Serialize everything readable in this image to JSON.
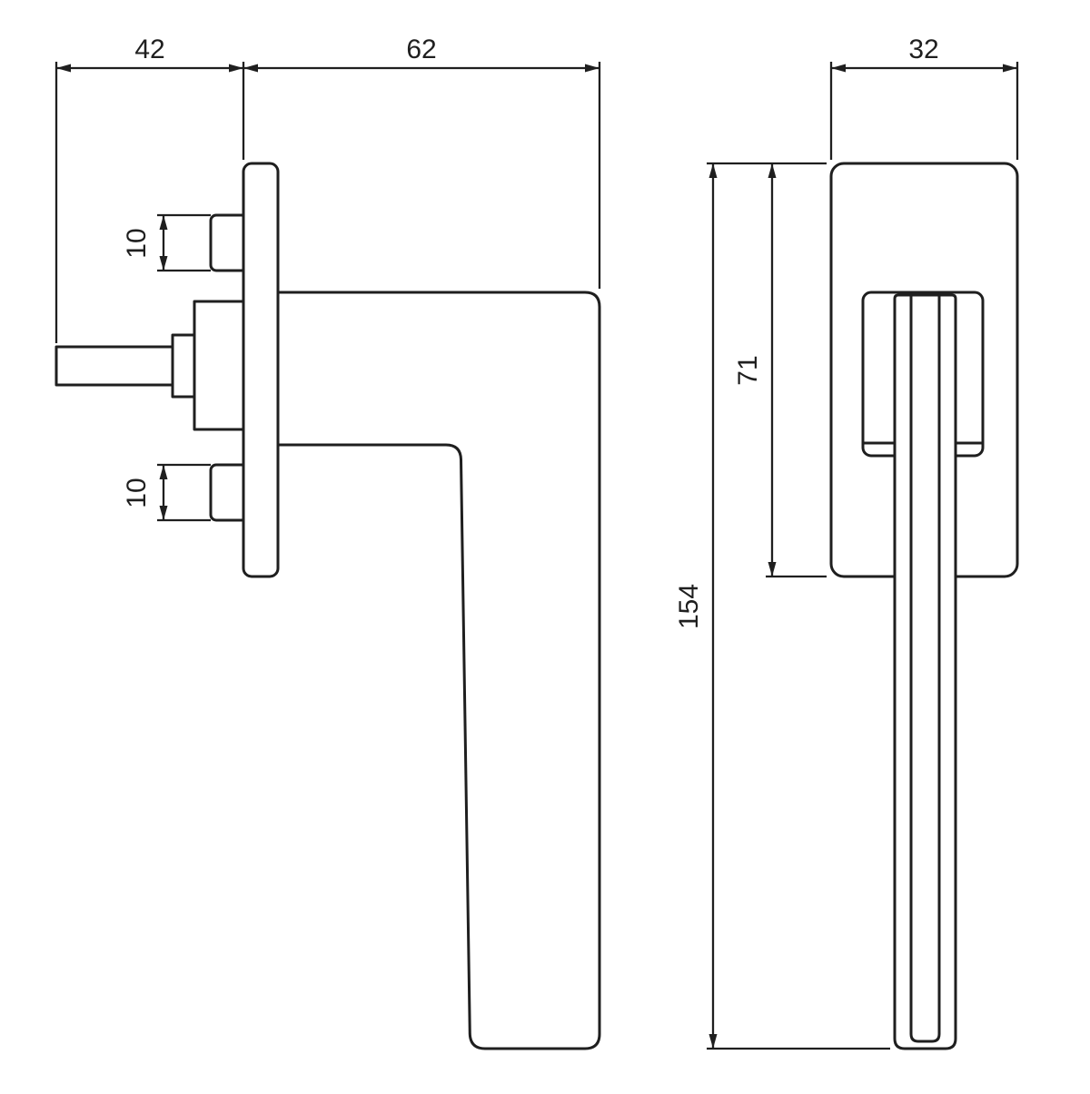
{
  "drawing": {
    "kind": "technical-dimension-drawing",
    "subject": "window handle, side view and front view",
    "line_color": "#1f1f1f",
    "background_color": "#ffffff",
    "dims": {
      "d42": "42",
      "d62": "62",
      "d10_top": "10",
      "d10_bottom": "10",
      "d32": "32",
      "d154": "154",
      "d71": "71"
    }
  }
}
